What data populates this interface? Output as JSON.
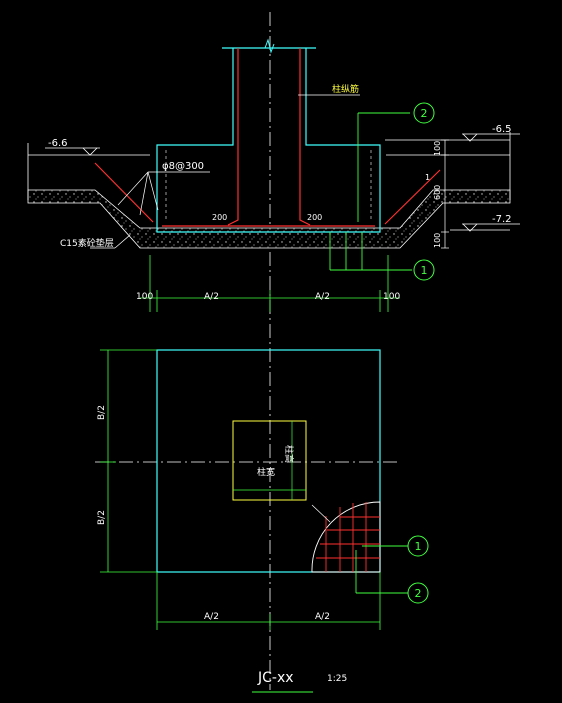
{
  "drawing": {
    "title": "JC-xx",
    "scale": "1:25"
  },
  "section": {
    "elev_left": "-6.6",
    "elev_right_top": "-6.5",
    "elev_right_bottom": "-7.2",
    "rebar_spec": "φ8@300",
    "column_bars_label": "柱纵筋",
    "cushion_label": "C15素砼垫层",
    "dim_200_left": "200",
    "dim_200_right": "200",
    "dim_100_top": "100",
    "dim_600": "600",
    "dim_100_bottom": "100",
    "dim_100_left": "100",
    "dim_half_left": "A/2",
    "dim_half_right": "A/2",
    "dim_100_right": "100",
    "dim_slope": "1",
    "callout_1": "1",
    "callout_2": "2"
  },
  "plan": {
    "dim_b_top": "B/2",
    "dim_b_bottom": "B/2",
    "dim_a_left": "A/2",
    "dim_a_right": "A/2",
    "column_width_label": "柱宽",
    "column_height_label": "柱高",
    "callout_1": "1",
    "callout_2": "2"
  }
}
